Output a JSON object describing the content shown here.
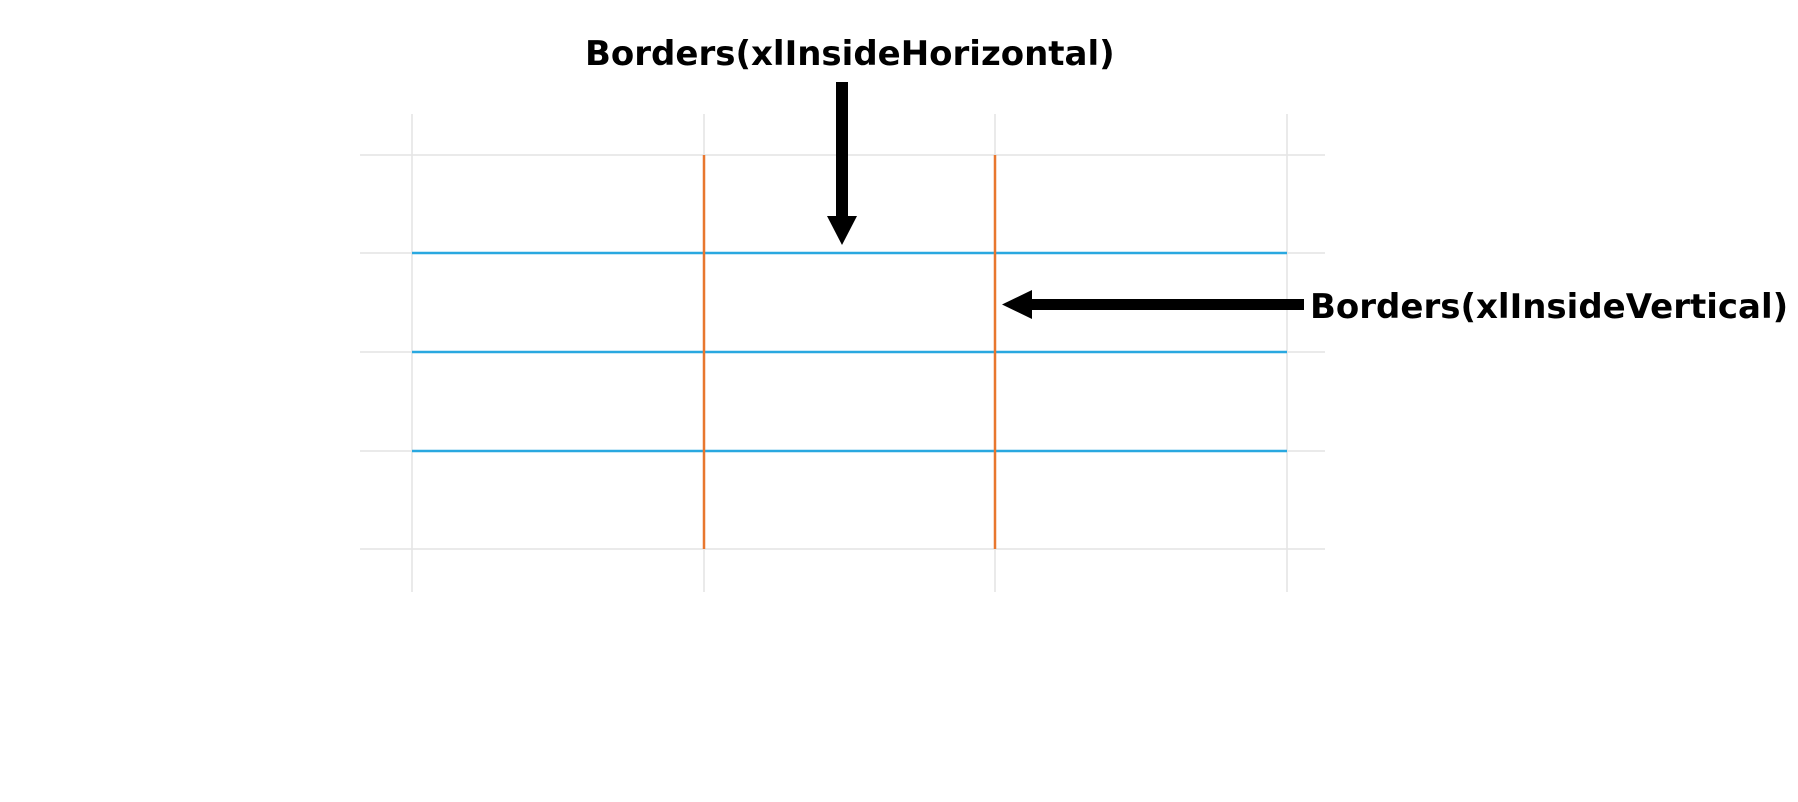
{
  "labels": {
    "inside_horizontal": "Borders(xlInsideHorizontal)",
    "inside_vertical": "Borders(xlInsideVertical)"
  },
  "colors": {
    "gridline": "#e4e4e4",
    "inside_horizontal_border": "#29a8e0",
    "inside_vertical_border": "#e8772e",
    "arrow": "#000000"
  },
  "grid": {
    "rows": 4,
    "columns": 3
  }
}
